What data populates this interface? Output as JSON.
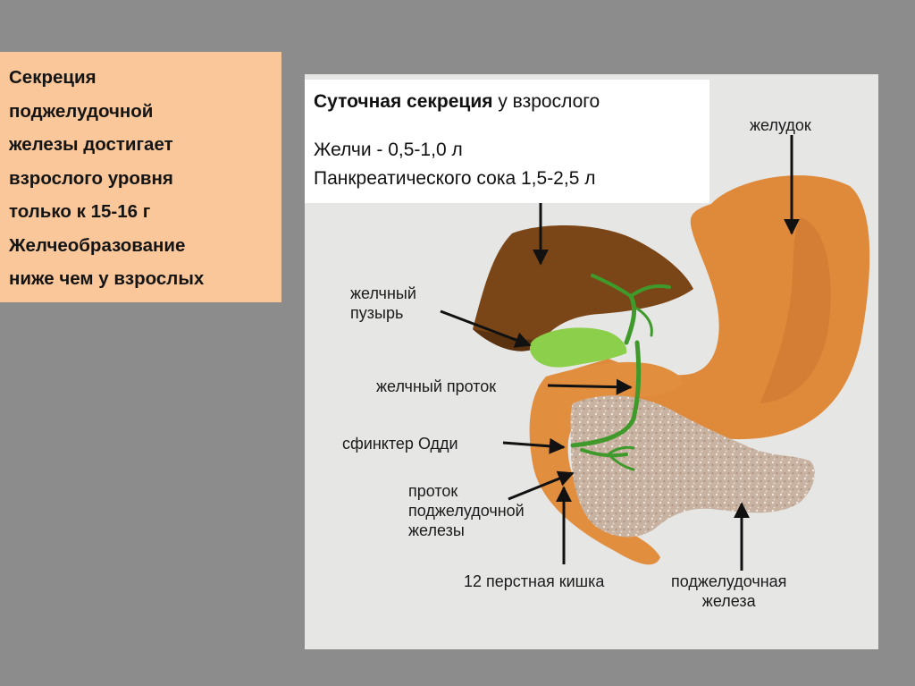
{
  "note": {
    "lines": [
      "Секреция",
      "поджелудочной",
      "железы достигает",
      "взрослого уровня",
      "только к 15-16 г",
      "Желчеобразование",
      "ниже чем у взрослых"
    ]
  },
  "infobox": {
    "title_bold": "Суточная секреция",
    "title_rest": " у взрослого",
    "bile": "Желчи - 0,5-1,0 л",
    "pancreatic": "Панкреатического сока 1,5-2,5 л"
  },
  "labels": {
    "stomach": "желудок",
    "gallbladder_1": "желчный",
    "gallbladder_2": "пузырь",
    "bile_duct": "желчный проток",
    "sphincter": "сфинктер Одди",
    "pancreatic_duct_1": "проток",
    "pancreatic_duct_2": "поджелудочной",
    "pancreatic_duct_3": "железы",
    "duodenum": "12 перстная кишка",
    "pancreas_1": "поджелудочная",
    "pancreas_2": "железа"
  },
  "colors": {
    "background": "#8c8c8c",
    "note_bg": "#f9c79a",
    "panel_bg": "#e6e6e5",
    "liver": "#7a4617",
    "stomach": "#df8a3a",
    "gallbladder": "#8ccf4a",
    "pancreas": "#c9b3a3",
    "ducts": "#3f9a2b"
  }
}
